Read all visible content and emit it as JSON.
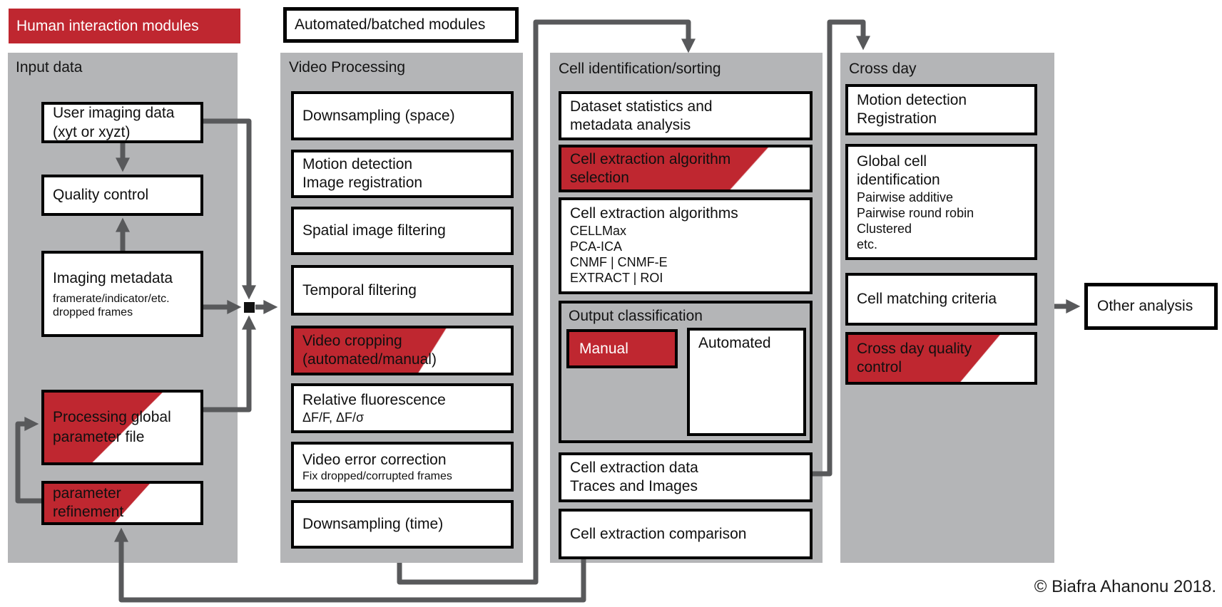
{
  "legend": {
    "human_interaction": "Human interaction modules",
    "automated": "Automated/batched modules"
  },
  "columns": {
    "input": {
      "title": "Input data",
      "user_imaging": {
        "l1": "User imaging data",
        "l2": "(xyt or xyzt)"
      },
      "quality_control": "Quality control",
      "imaging_metadata": {
        "title": "Imaging metadata",
        "s1": "framerate/indicator/etc.",
        "s2": "dropped frames"
      },
      "processing_global": {
        "l1": "Processing global",
        "l2": "parameter file"
      },
      "parameter_refinement": {
        "l1": "parameter",
        "l2": "refinement"
      }
    },
    "video": {
      "title": "Video Processing",
      "downsampling_space": "Downsampling (space)",
      "motion_detection": {
        "l1": "Motion detection",
        "l2": "Image registration"
      },
      "spatial_filtering": "Spatial image filtering",
      "temporal_filtering": "Temporal filtering",
      "video_cropping": {
        "l1": "Video cropping",
        "l2": "(automated/manual)"
      },
      "relative_fluorescence": {
        "l1": "Relative fluorescence",
        "l2": "ΔF/F, ΔF/σ"
      },
      "error_correction": {
        "l1": "Video error correction",
        "l2": "Fix dropped/corrupted frames"
      },
      "downsampling_time": "Downsampling (time)"
    },
    "cell_id": {
      "title": "Cell identification/sorting",
      "dataset_stats": {
        "l1": "Dataset statistics and",
        "l2": "metadata analysis"
      },
      "algorithm_selection": {
        "l1": "Cell extraction algorithm",
        "l2": "selection"
      },
      "algorithms": {
        "title": "Cell extraction algorithms",
        "items": [
          "CELLMax",
          "PCA-ICA",
          "CNMF | CNMF-E",
          "EXTRACT | ROI"
        ]
      },
      "output_classification": {
        "title": "Output classification",
        "manual": "Manual",
        "automated": "Automated"
      },
      "extraction_data": {
        "l1": "Cell extraction data",
        "l2": "Traces and Images"
      },
      "extraction_comparison": "Cell extraction comparison"
    },
    "cross_day": {
      "title": "Cross day",
      "motion_registration": {
        "l1": "Motion detection",
        "l2": "Registration"
      },
      "global_cell_id": {
        "l1": "Global cell",
        "l2": "identification",
        "items": [
          "Pairwise additive",
          "Pairwise round robin",
          "Clustered",
          "etc."
        ]
      },
      "matching_criteria": "Cell matching criteria",
      "quality_control": {
        "l1": "Cross day quality",
        "l2": "control"
      }
    }
  },
  "other_analysis": "Other analysis",
  "copyright": "© Biafra Ahanonu 2018.",
  "colors": {
    "highlight_red": "#bf2730",
    "column_gray": "#b4b5b7",
    "connector_gray": "#58595b"
  }
}
